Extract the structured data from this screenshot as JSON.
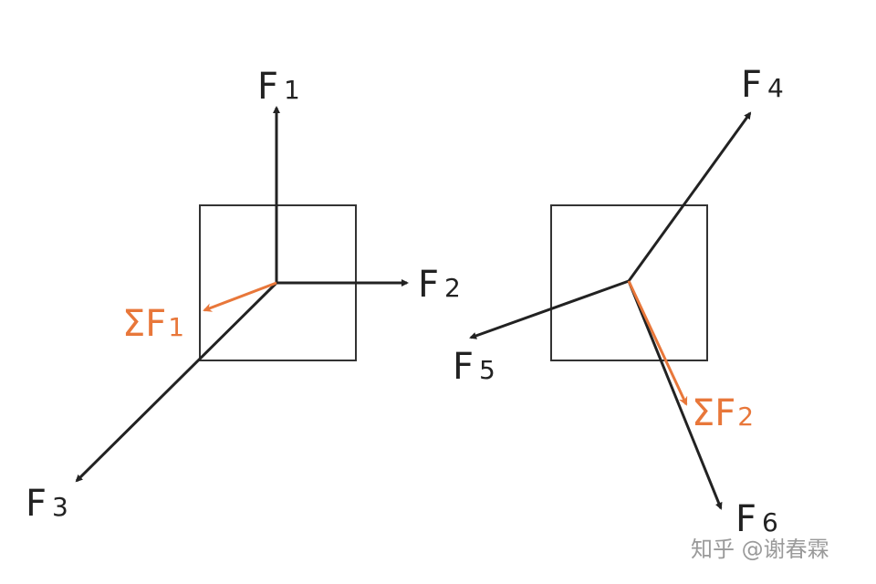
{
  "colors": {
    "force": "#222222",
    "resultant": "#e8773a",
    "box": "#333333"
  },
  "left_diagram": {
    "forces": [
      {
        "name": "F",
        "sub": "1"
      },
      {
        "name": "F",
        "sub": "2"
      },
      {
        "name": "F",
        "sub": "3"
      }
    ],
    "resultant": {
      "name": "ΣF",
      "sub": "1"
    }
  },
  "right_diagram": {
    "forces": [
      {
        "name": "F",
        "sub": "4"
      },
      {
        "name": "F",
        "sub": "5"
      },
      {
        "name": "F",
        "sub": "6"
      }
    ],
    "resultant": {
      "name": "ΣF",
      "sub": "2"
    }
  },
  "watermark": "知乎 @谢春霖"
}
